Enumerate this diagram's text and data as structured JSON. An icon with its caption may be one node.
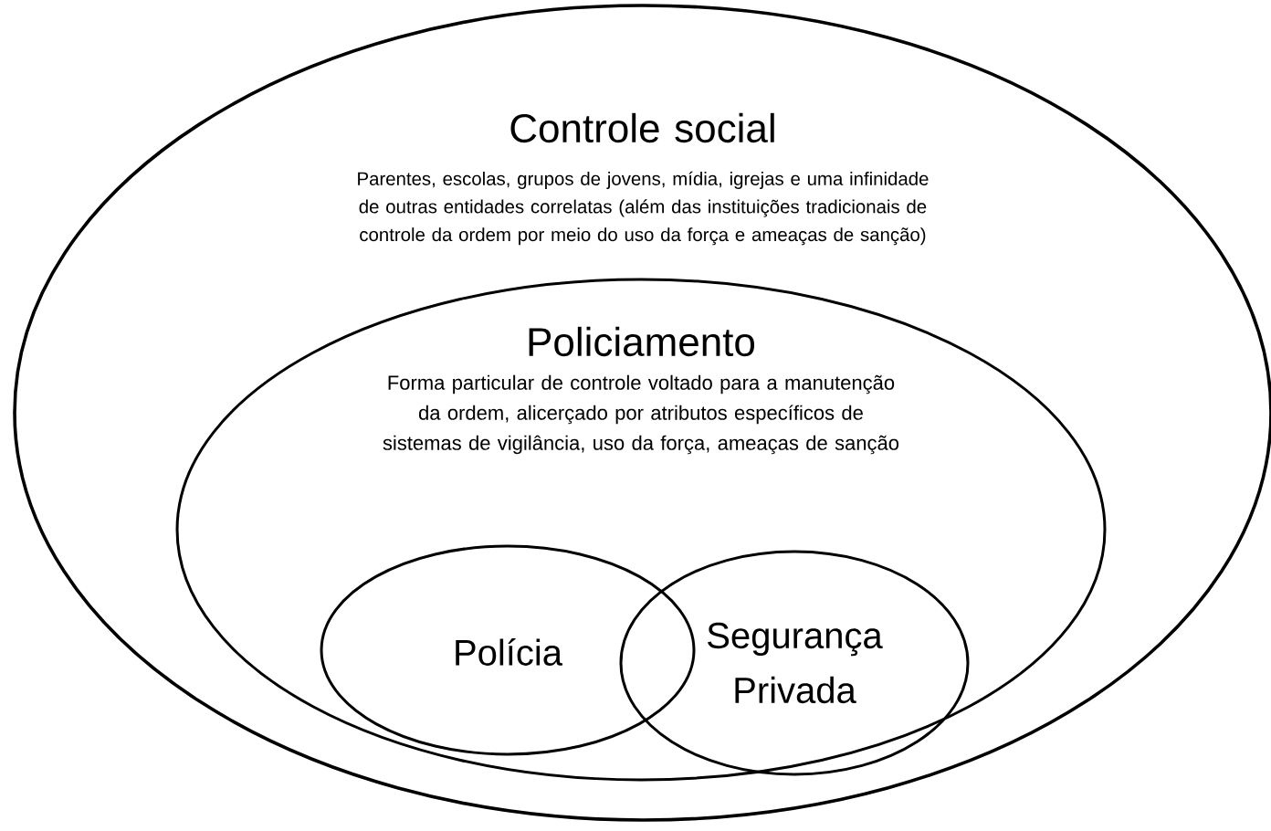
{
  "diagram": {
    "nodes": [
      {
        "text": [
          "Controle social",
          "Parentes, escolas, grupos de jovens, mídia, igrejas e uma infinidade de outras entidades correlatas (além das instituições tradicionais de controle da ordem por meio do uso da força e ameaças de sanção)"
        ]
      },
      {
        "text": [
          "Policiamento",
          "Forma particular de controle voltado para a manutenção da ordem, alicerçado por atributos específicos de sistemas de vigilância, uso da força, ameaças de sanção"
        ],
        "in": 0
      },
      {
        "text": [
          "Polícia"
        ],
        "in": 1
      },
      {
        "text": [
          "Segurança Privada"
        ],
        "in": 1
      }
    ]
  }
}
